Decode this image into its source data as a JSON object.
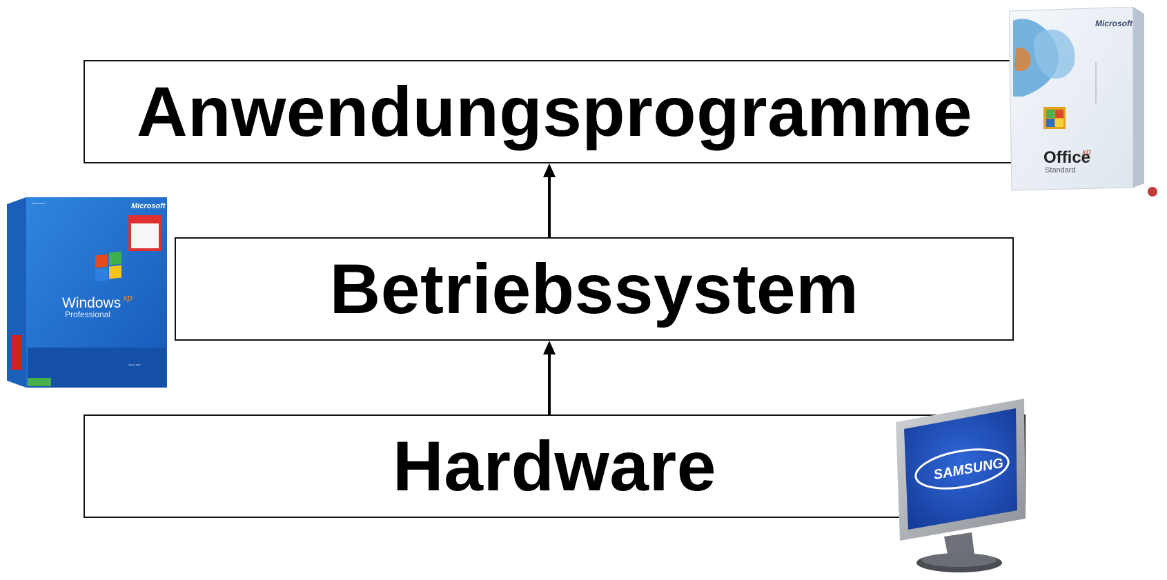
{
  "layers": {
    "applications": "Anwendungsprogramme",
    "operating_system": "Betriebssystem",
    "hardware": "Hardware"
  },
  "pictures": {
    "office_box": {
      "brand": "Microsoft",
      "product": "Office",
      "edition": "xp",
      "variant": "Standard"
    },
    "windows_box": {
      "brand": "Microsoft",
      "service_pack": "Service Pack 2",
      "product": "Windows",
      "edition": "xp",
      "variant": "Professional",
      "version": "Version 2002"
    },
    "monitor": {
      "brand": "SAMSUNG"
    }
  },
  "colors": {
    "box_border": "#111111",
    "text": "#000000",
    "windows_blue": "#1f6fd1",
    "monitor_screen": "#1d4fc4"
  },
  "icons": [
    "arrow-up-icon",
    "office-box-icon",
    "windows-box-icon",
    "monitor-icon"
  ]
}
